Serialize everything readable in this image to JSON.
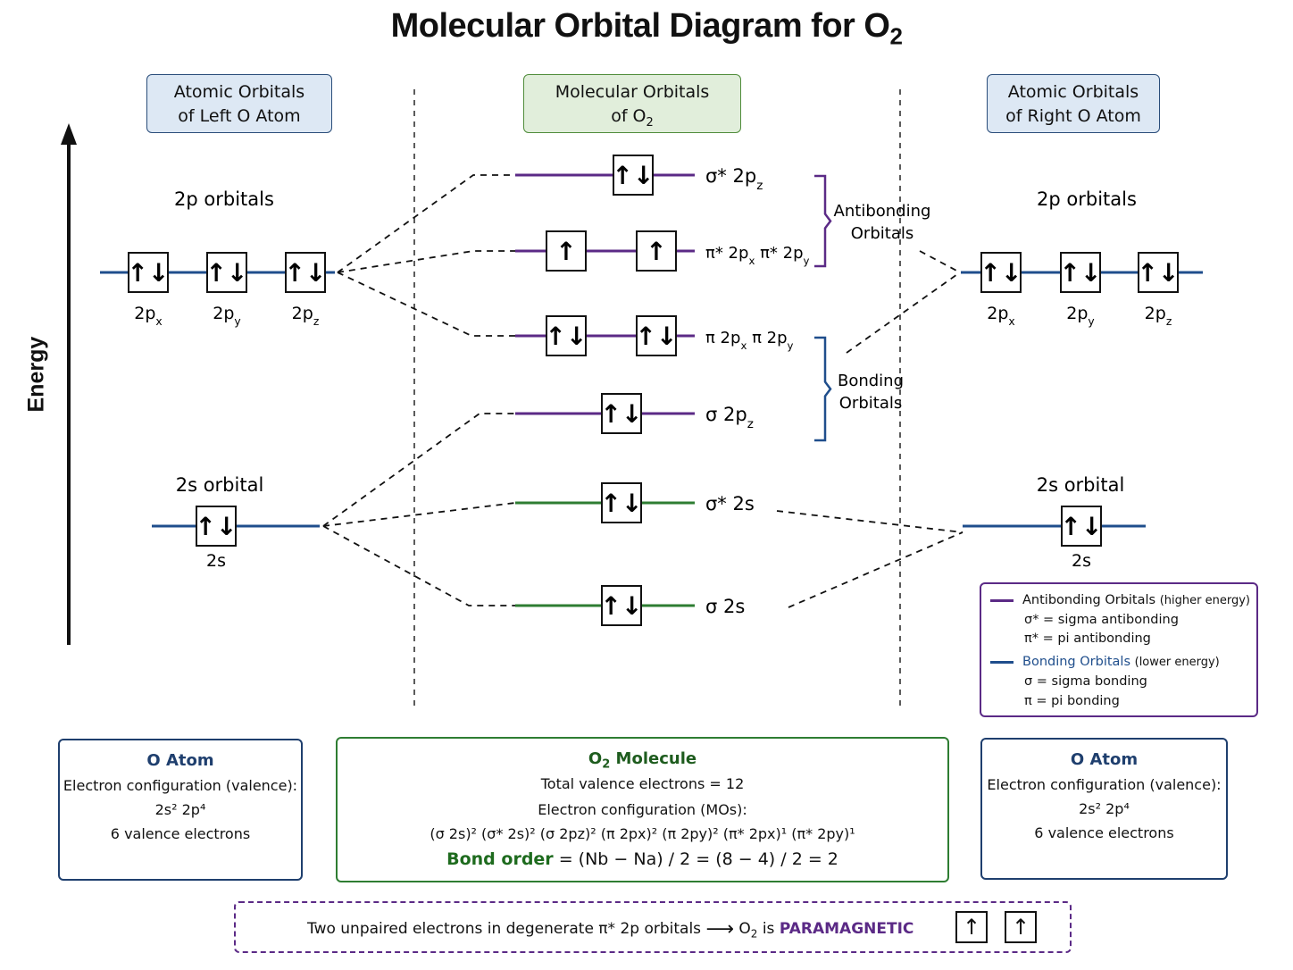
{
  "title": {
    "main": "Molecular Orbital Diagram for O",
    "sub": "2"
  },
  "headers": {
    "left": [
      "Atomic Orbitals",
      "of Left O Atom"
    ],
    "center": [
      "Molecular Orbitals",
      "of O",
      "2"
    ],
    "right": [
      "Atomic Orbitals",
      "of Right O Atom"
    ]
  },
  "axis": {
    "label": "Energy"
  },
  "colors": {
    "atomic_line": "#1f4e8c",
    "pi_sigma_2p_line": "#5b2a86",
    "s_line": "#2e7d32",
    "dashed": "#111111"
  },
  "left_atom": {
    "p_group_label": "2p orbitals",
    "p_orbitals": [
      {
        "label": "2p",
        "sub": "x",
        "electrons": "↑↓"
      },
      {
        "label": "2p",
        "sub": "y",
        "electrons": "↑↓"
      },
      {
        "label": "2p",
        "sub": "z",
        "electrons": "↑↓"
      }
    ],
    "s_group_label": "2s orbital",
    "s_orbital": {
      "label": "2s",
      "electrons": "↑↓"
    }
  },
  "right_atom": {
    "p_group_label": "2p orbitals",
    "p_orbitals": [
      {
        "label": "2p",
        "sub": "x",
        "electrons": "↑↓"
      },
      {
        "label": "2p",
        "sub": "y",
        "electrons": "↑↓"
      },
      {
        "label": "2p",
        "sub": "z",
        "electrons": "↑↓"
      }
    ],
    "s_group_label": "2s orbital",
    "s_orbital": {
      "label": "2s",
      "electrons": "↑↓"
    }
  },
  "molecular_orbitals": [
    {
      "name": "sigma-star-2pz",
      "electrons": [
        "↑↓"
      ],
      "label": [
        [
          "σ* 2p",
          ""
        ],
        [
          "z",
          "sub"
        ]
      ]
    },
    {
      "name": "pi-star-2p",
      "electrons": [
        "↑",
        "↑"
      ],
      "label": [
        [
          "π* 2p",
          ""
        ],
        [
          "x",
          "sub"
        ],
        [
          " π* 2p",
          ""
        ],
        [
          "y",
          "sub"
        ]
      ]
    },
    {
      "name": "pi-2p",
      "electrons": [
        "↑↓",
        "↑↓"
      ],
      "label": [
        [
          "π 2p",
          ""
        ],
        [
          "x",
          "sub"
        ],
        [
          " π 2p",
          ""
        ],
        [
          "y",
          "sub"
        ]
      ]
    },
    {
      "name": "sigma-2pz",
      "electrons": [
        "↑↓"
      ],
      "label": [
        [
          "σ 2p",
          ""
        ],
        [
          "z",
          "sub"
        ]
      ]
    },
    {
      "name": "sigma-star-2s",
      "electrons": [
        "↑↓"
      ],
      "label": [
        [
          "σ* 2s",
          ""
        ]
      ]
    },
    {
      "name": "sigma-2s",
      "electrons": [
        "↑↓"
      ],
      "label": [
        [
          "σ 2s",
          ""
        ]
      ]
    }
  ],
  "brackets": {
    "antibonding": [
      "Antibonding",
      "Orbitals"
    ],
    "bonding": [
      "Bonding",
      "Orbitals"
    ]
  },
  "legend": {
    "antibonding_title": "Antibonding Orbitals",
    "antibonding_note": "(higher energy)",
    "sigma_star": "σ* = sigma antibonding",
    "pi_star": "π* = pi antibonding",
    "bonding_title": "Bonding Orbitals",
    "bonding_note": "(lower energy)",
    "sigma": "σ = sigma bonding",
    "pi": "π = pi bonding"
  },
  "left_box": {
    "title": "O Atom",
    "config_label": "Electron configuration (valence):",
    "config": "2s² 2p⁴",
    "valence": "6 valence electrons"
  },
  "right_box": {
    "title": "O Atom",
    "config_label": "Electron configuration (valence):",
    "config": "2s² 2p⁴",
    "valence": "6 valence electrons"
  },
  "center_box": {
    "title": "O",
    "title_sub": "2",
    "title_rest": " Molecule",
    "total": "Total valence electrons = 12",
    "config_label": "Electron configuration (MOs):",
    "config": "(σ 2s)² (σ* 2s)² (σ 2pz)² (π 2px)² (π 2py)² (π* 2px)¹ (π* 2py)¹",
    "bond_label": "Bond order",
    "bond_expr": " = (Nb − Na) / 2 = (8 − 4) / 2 = 2"
  },
  "note": {
    "text_before": "Two unpaired electrons in degenerate π* 2p orbitals",
    "arrow": "⟶",
    "text_o": " O",
    "text_sub": "2",
    "text_is": " is ",
    "highlight": "PARAMAGNETIC",
    "electrons": [
      "↑",
      "↑"
    ]
  }
}
